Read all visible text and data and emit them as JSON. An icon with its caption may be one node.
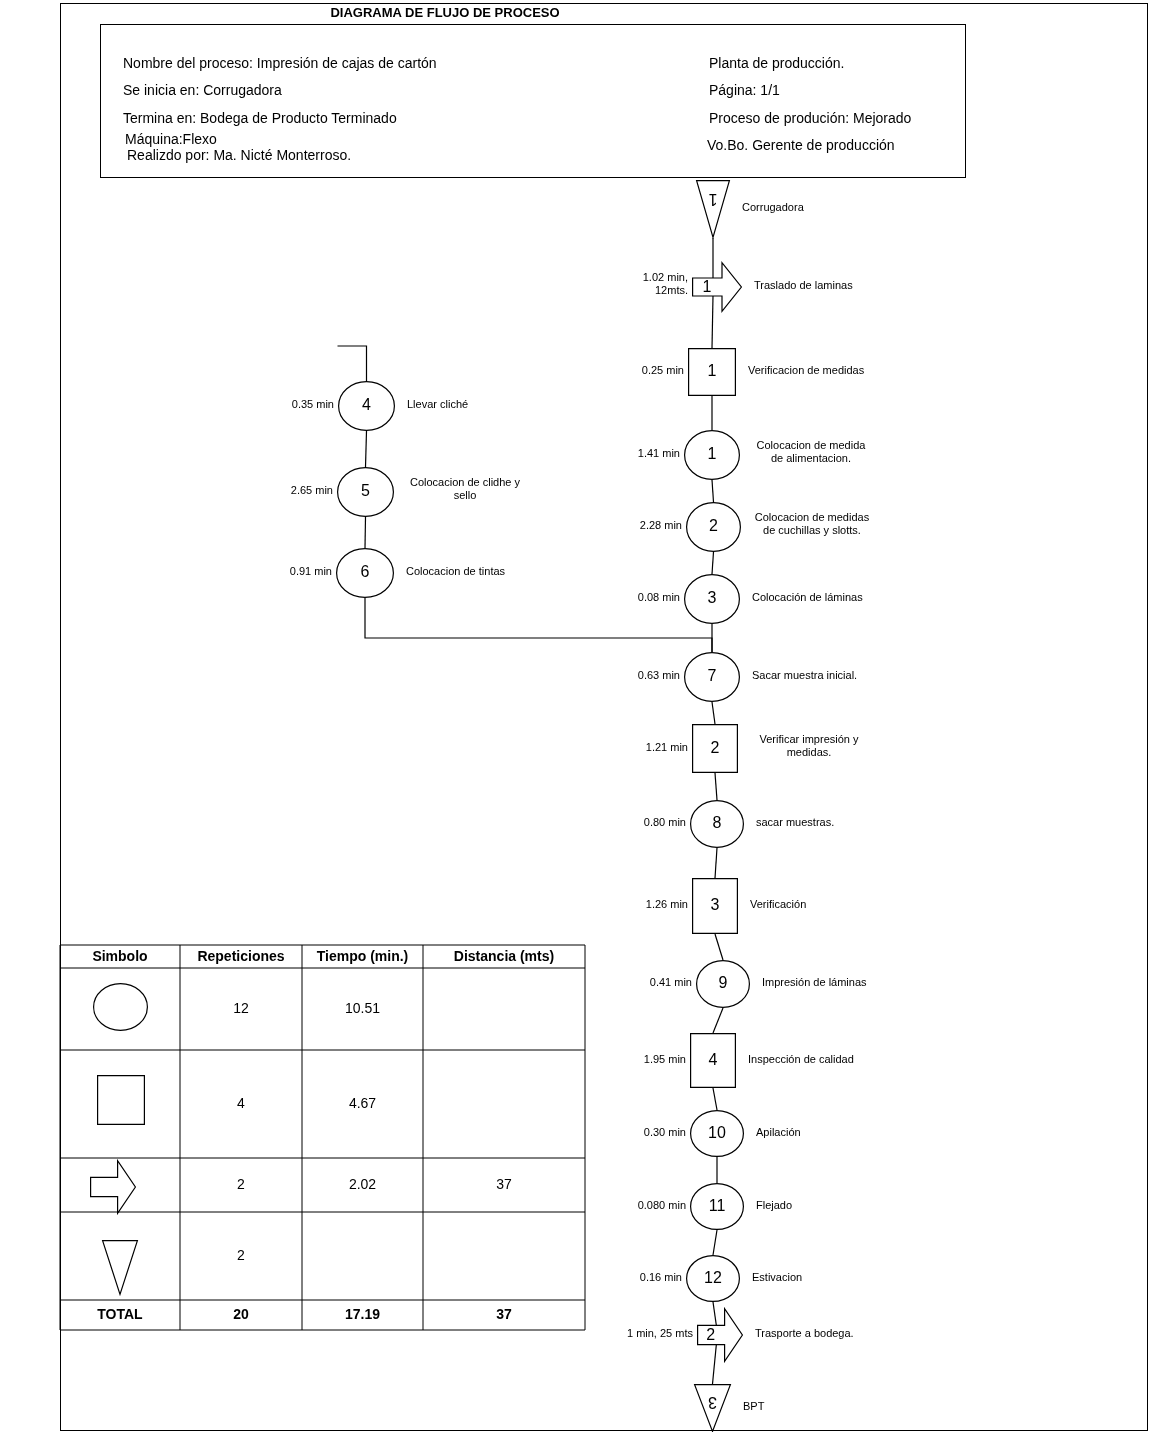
{
  "diagram": {
    "title": "DIAGRAMA DE FLUJO DE PROCESO",
    "nodes": [
      {
        "text": [
          "Nombre del proceso: Impresión de cajas de cartón",
          "Se inicia en: Corrugadora",
          "Termina en: Bodega de Producto Terminado",
          "Máquina:Flexo",
          "Realizdo por: Ma. Nicté Monterroso.",
          "Planta de producción.",
          "Página: 1/1",
          "Proceso de produción: Mejorado",
          "Vo.Bo. Gerente de producción"
        ]
      },
      {
        "text": [
          "1"
        ],
        "beside": [
          "Corrugadora"
        ]
      },
      {
        "text": [
          "1"
        ],
        "beside": [
          "1.02 min, 12mts.",
          "Traslado de laminas"
        ]
      },
      {
        "text": [
          "1"
        ],
        "beside": [
          "0.25 min",
          "Verificacion de medidas"
        ]
      },
      {
        "text": [
          "1"
        ],
        "beside": [
          "1.41 min",
          "Colocacion de medida de alimentacion."
        ]
      },
      {
        "text": [
          "2"
        ],
        "beside": [
          "2.28 min",
          "Colocacion de medidas de cuchillas y slotts."
        ]
      },
      {
        "text": [
          "3"
        ],
        "beside": [
          "0.08 min",
          "Colocación de láminas"
        ]
      },
      {
        "text": [
          "4"
        ],
        "beside": [
          "0.35 min",
          "Llevar cliché"
        ]
      },
      {
        "text": [
          "5"
        ],
        "beside": [
          "2.65 min",
          "Colocacion de clidhe y sello"
        ]
      },
      {
        "text": [
          "6"
        ],
        "beside": [
          "0.91 min",
          "Colocacion de tintas"
        ]
      },
      {
        "text": [
          "7"
        ],
        "beside": [
          "0.63 min",
          "Sacar muestra inicial."
        ]
      },
      {
        "text": [
          "2"
        ],
        "beside": [
          "1.21 min",
          "Verificar impresión y medidas."
        ]
      },
      {
        "text": [
          "8"
        ],
        "beside": [
          "0.80 min",
          "sacar muestras."
        ]
      },
      {
        "text": [
          "3"
        ],
        "beside": [
          "1.26 min",
          "Verificación"
        ]
      },
      {
        "text": [
          "9"
        ],
        "beside": [
          "0.41 min",
          "Impresión de láminas"
        ]
      },
      {
        "text": [
          "4"
        ],
        "beside": [
          "1.95 min",
          "Inspección de calidad"
        ]
      },
      {
        "text": [
          "10"
        ],
        "beside": [
          "0.30 min",
          "Apilación"
        ]
      },
      {
        "text": [
          "11"
        ],
        "beside": [
          "0.080 min",
          "Flejado"
        ]
      },
      {
        "text": [
          "12"
        ],
        "beside": [
          "0.16 min",
          "Estivacion"
        ]
      },
      {
        "text": [
          "2"
        ],
        "beside": [
          "1 min, 25 mts",
          "Trasporte a bodega."
        ]
      },
      {
        "text": [
          "3"
        ],
        "beside": [
          "BPT"
        ]
      },
      {
        "text": [],
        "shape": "circle"
      },
      {
        "text": [],
        "shape": "box"
      },
      {
        "text": [],
        "shape": "arrow"
      },
      {
        "text": [],
        "shape": "triangle"
      }
    ],
    "edges": [
      {
        "from": null,
        "to": 7,
        "arrow": "none"
      },
      {
        "from": 1,
        "to": 2,
        "arrow": "none"
      },
      {
        "from": 2,
        "to": 3,
        "arrow": "none"
      },
      {
        "from": 3,
        "to": 4,
        "arrow": "none"
      },
      {
        "from": 4,
        "to": 5,
        "arrow": "none"
      },
      {
        "from": 5,
        "to": 6,
        "arrow": "none"
      },
      {
        "from": 7,
        "to": 8,
        "arrow": "none"
      },
      {
        "from": 8,
        "to": 9,
        "arrow": "none"
      },
      {
        "from": 6,
        "to": 10,
        "arrow": "none"
      },
      {
        "from": 9,
        "to": 10,
        "arrow": "none"
      },
      {
        "from": 10,
        "to": 11,
        "arrow": "none"
      },
      {
        "from": 11,
        "to": 12,
        "arrow": "none"
      },
      {
        "from": 12,
        "to": 13,
        "arrow": "none"
      },
      {
        "from": 13,
        "to": 14,
        "arrow": "none"
      },
      {
        "from": 14,
        "to": 15,
        "arrow": "none"
      },
      {
        "from": 15,
        "to": 16,
        "arrow": "none"
      },
      {
        "from": 16,
        "to": 17,
        "arrow": "none"
      },
      {
        "from": 17,
        "to": 18,
        "arrow": "none"
      },
      {
        "from": 18,
        "to": 19,
        "arrow": "none"
      },
      {
        "from": 19,
        "to": 20,
        "arrow": "none"
      }
    ],
    "labels": [
      "Simbolo",
      "Repeticiones",
      "Tiempo (min.)",
      "Distancia (mts)",
      "12",
      "10.51",
      "4",
      "4.67",
      "2",
      "2.02",
      "37",
      "2",
      "TOTAL",
      "20",
      "17.19",
      "37"
    ]
  }
}
